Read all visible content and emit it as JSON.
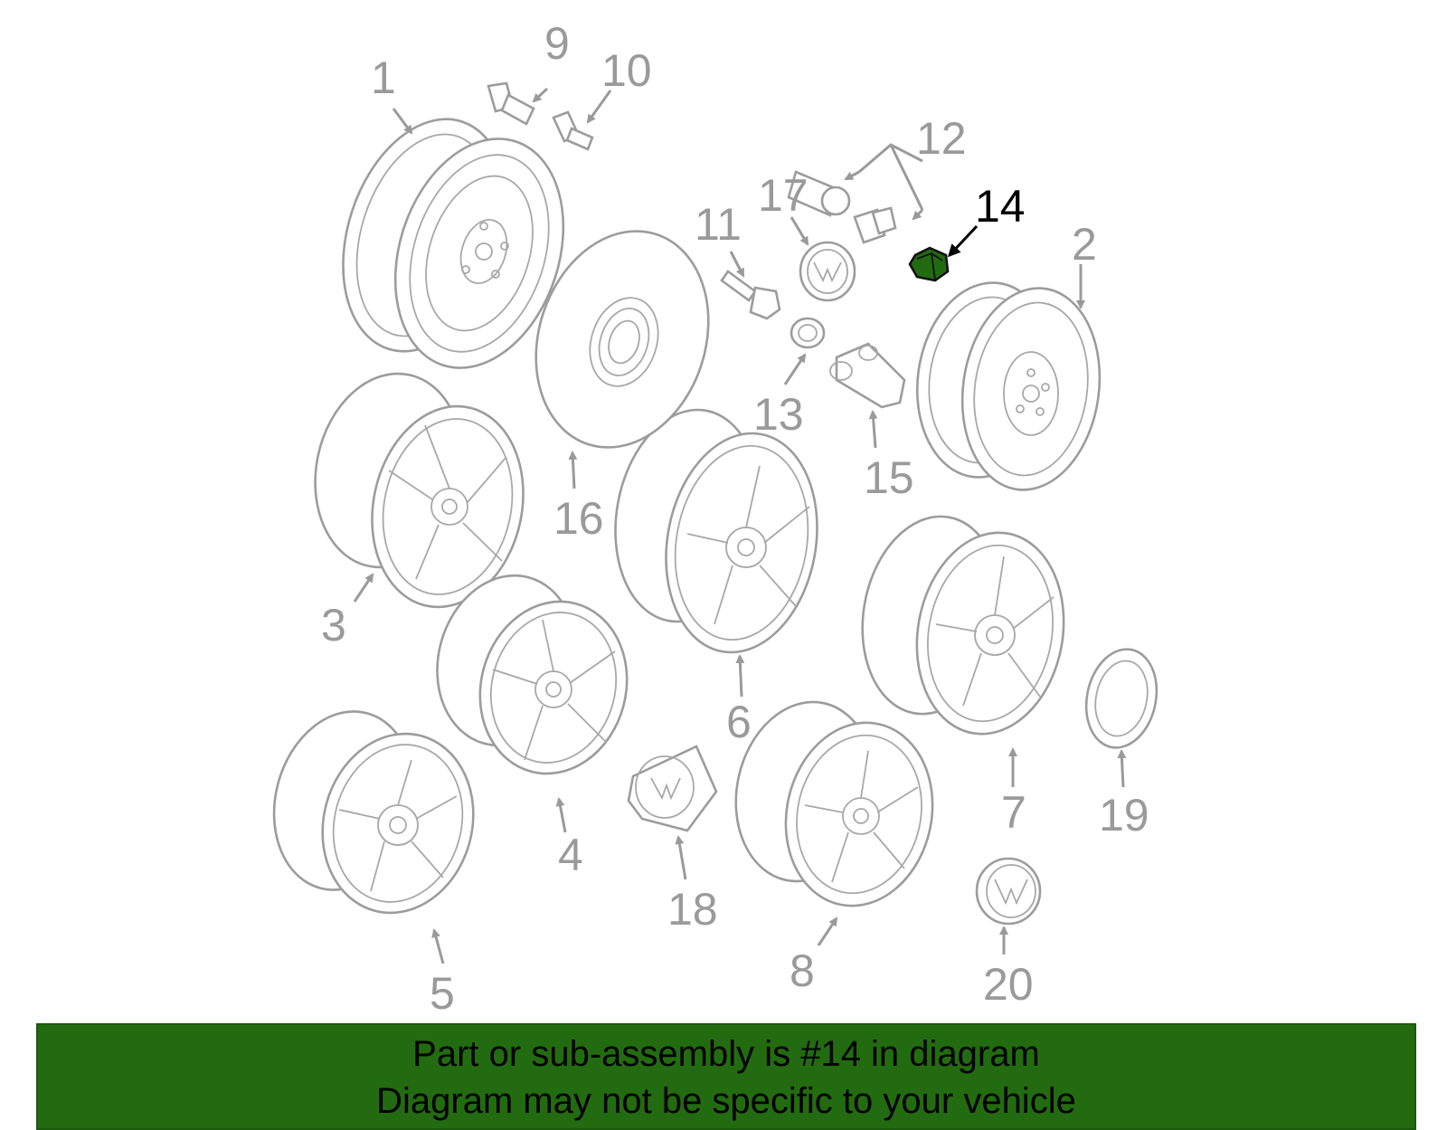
{
  "callouts": {
    "c1": "1",
    "c2": "2",
    "c3": "3",
    "c4": "4",
    "c5": "5",
    "c6": "6",
    "c7": "7",
    "c8": "8",
    "c9": "9",
    "c10": "10",
    "c11": "11",
    "c12": "12",
    "c13": "13",
    "c14": "14",
    "c15": "15",
    "c16": "16",
    "c17": "17",
    "c18": "18",
    "c19": "19",
    "c20": "20"
  },
  "highlighted_part": "14",
  "colors": {
    "highlight_fill": "#236b10",
    "line_art": "#9c9c9c",
    "banner_bg": "#236b10",
    "highlight_label": "#000000"
  },
  "banner": {
    "line1": "Part or sub-assembly is #14 in diagram",
    "line2": "Diagram may not be specific to your vehicle"
  }
}
